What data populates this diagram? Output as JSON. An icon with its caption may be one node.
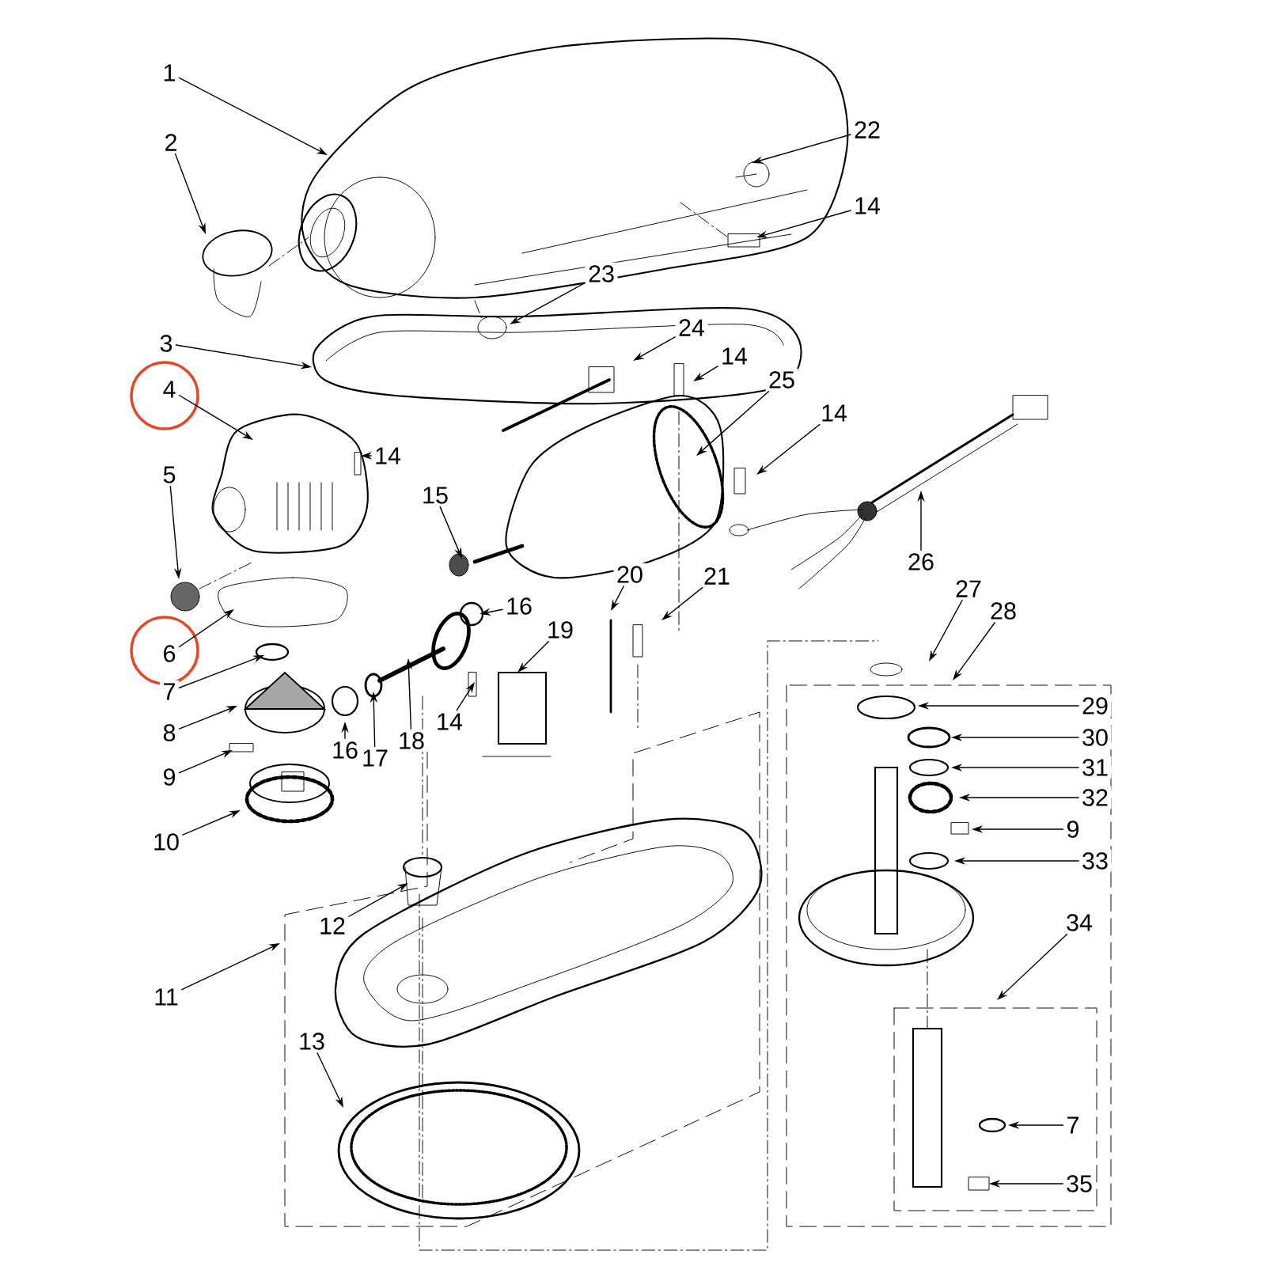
{
  "diagram": {
    "nodes": [
      {
        "text": [
          "1"
        ]
      },
      {
        "text": [
          "22"
        ]
      },
      {
        "text": [
          "2"
        ]
      },
      {
        "text": [
          "14"
        ]
      },
      {
        "text": [
          "23"
        ]
      },
      {
        "text": [
          "24"
        ]
      },
      {
        "text": [
          "3"
        ]
      },
      {
        "text": [
          "14"
        ]
      },
      {
        "text": [
          "25"
        ]
      },
      {
        "text": [
          "4"
        ]
      },
      {
        "text": [
          "14"
        ]
      },
      {
        "text": [
          "14"
        ]
      },
      {
        "text": [
          "5"
        ]
      },
      {
        "text": [
          "15"
        ]
      },
      {
        "text": [
          "26"
        ]
      },
      {
        "text": [
          "20"
        ]
      },
      {
        "text": [
          "21"
        ]
      },
      {
        "text": [
          "27"
        ]
      },
      {
        "text": [
          "16"
        ]
      },
      {
        "text": [
          "28"
        ]
      },
      {
        "text": [
          "19"
        ]
      },
      {
        "text": [
          "6"
        ]
      },
      {
        "text": [
          "7"
        ]
      },
      {
        "text": [
          "29"
        ]
      },
      {
        "text": [
          "14"
        ]
      },
      {
        "text": [
          "8"
        ]
      },
      {
        "text": [
          "18"
        ]
      },
      {
        "text": [
          "30"
        ]
      },
      {
        "text": [
          "16"
        ]
      },
      {
        "text": [
          "17"
        ]
      },
      {
        "text": [
          "31"
        ]
      },
      {
        "text": [
          "9"
        ]
      },
      {
        "text": [
          "32"
        ]
      },
      {
        "text": [
          "9"
        ]
      },
      {
        "text": [
          "10"
        ]
      },
      {
        "text": [
          "33"
        ]
      },
      {
        "text": [
          "12"
        ]
      },
      {
        "text": [
          "34"
        ]
      },
      {
        "text": [
          "11"
        ]
      },
      {
        "text": [
          "13"
        ]
      },
      {
        "text": [
          "7"
        ]
      },
      {
        "text": [
          "35"
        ]
      }
    ],
    "edges": [
      {
        "from": 0,
        "to": null,
        "arrow": "to"
      },
      {
        "from": 1,
        "to": null,
        "arrow": "to"
      },
      {
        "from": 2,
        "to": null,
        "arrow": "to"
      },
      {
        "from": 3,
        "to": null,
        "arrow": "to"
      },
      {
        "from": 4,
        "to": null,
        "arrow": "to"
      },
      {
        "from": 5,
        "to": null,
        "arrow": "to"
      },
      {
        "from": 6,
        "to": null,
        "arrow": "to"
      },
      {
        "from": 7,
        "to": null,
        "arrow": "to"
      },
      {
        "from": 8,
        "to": null,
        "arrow": "to"
      },
      {
        "from": 9,
        "to": null,
        "arrow": "to"
      },
      {
        "from": 10,
        "to": null,
        "arrow": "to"
      },
      {
        "from": 11,
        "to": null,
        "arrow": "to"
      },
      {
        "from": 12,
        "to": null,
        "arrow": "to"
      },
      {
        "from": 13,
        "to": null,
        "arrow": "to"
      },
      {
        "from": 14,
        "to": null,
        "arrow": "to"
      },
      {
        "from": 15,
        "to": null,
        "arrow": "to"
      },
      {
        "from": 16,
        "to": null,
        "arrow": "to"
      },
      {
        "from": 17,
        "to": null,
        "arrow": "to"
      },
      {
        "from": 18,
        "to": null,
        "arrow": "to"
      },
      {
        "from": 19,
        "to": null,
        "arrow": "to"
      },
      {
        "from": 20,
        "to": null,
        "arrow": "to"
      },
      {
        "from": 21,
        "to": null,
        "arrow": "to"
      },
      {
        "from": 22,
        "to": null,
        "arrow": "to"
      },
      {
        "from": 23,
        "to": null,
        "arrow": "to"
      },
      {
        "from": 24,
        "to": null,
        "arrow": "to"
      },
      {
        "from": 25,
        "to": null,
        "arrow": "to"
      },
      {
        "from": 26,
        "to": null,
        "arrow": "to"
      },
      {
        "from": 27,
        "to": null,
        "arrow": "to"
      },
      {
        "from": 28,
        "to": null,
        "arrow": "to"
      },
      {
        "from": 29,
        "to": null,
        "arrow": "to"
      },
      {
        "from": 30,
        "to": null,
        "arrow": "to"
      },
      {
        "from": 31,
        "to": null,
        "arrow": "to"
      },
      {
        "from": 32,
        "to": null,
        "arrow": "to"
      },
      {
        "from": 33,
        "to": null,
        "arrow": "to"
      },
      {
        "from": 34,
        "to": null,
        "arrow": "to"
      },
      {
        "from": 35,
        "to": null,
        "arrow": "to"
      },
      {
        "from": 36,
        "to": null,
        "arrow": "to"
      },
      {
        "from": 37,
        "to": null,
        "arrow": "to"
      },
      {
        "from": 38,
        "to": null,
        "arrow": "to"
      },
      {
        "from": 39,
        "to": null,
        "arrow": "to"
      },
      {
        "from": 40,
        "to": null,
        "arrow": "to"
      },
      {
        "from": 41,
        "to": null,
        "arrow": "to"
      }
    ]
  }
}
